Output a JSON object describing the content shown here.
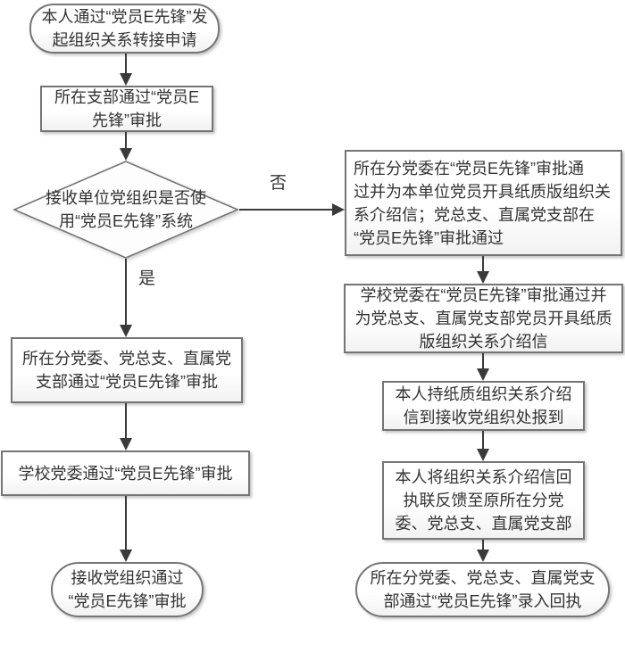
{
  "diagram": {
    "type": "flowchart",
    "colors": {
      "border": "#757575",
      "arrow": "#3a3a3a",
      "text": "#333333",
      "fill": "#ffffff"
    },
    "labels": {
      "yes": "是",
      "no": "否"
    },
    "nodes": {
      "start": {
        "shape": "stadium",
        "lines": [
          "本人通过“党员E先锋”发",
          "起组织关系转接申请"
        ]
      },
      "branch": {
        "shape": "rect",
        "lines": [
          "所在支部通过“党员E",
          "先锋”审批"
        ]
      },
      "decision": {
        "shape": "diamond",
        "lines": [
          "接收单位党组织是否使",
          "用“党员E先锋”系统"
        ]
      },
      "left1": {
        "shape": "rect",
        "lines": [
          "所在分党委、党总支、直属党",
          "支部通过“党员E先锋”审批"
        ]
      },
      "left2": {
        "shape": "rect",
        "lines": [
          "学校党委通过“党员E先锋”审批"
        ]
      },
      "left_end": {
        "shape": "stadium",
        "lines": [
          "接收党组织通过",
          "“党员E先锋”审批"
        ]
      },
      "right1": {
        "shape": "rect",
        "lines": [
          "所在分党委在“党员E先锋”审批通",
          "过并为本单位党员开具纸质版组织关",
          "系介绍信；党总支、直属党支部在",
          "“党员E先锋”审批通过"
        ]
      },
      "right2": {
        "shape": "rect",
        "lines": [
          "学校党委在“党员E先锋”审批通过并",
          "为党总支、直属党支部党员开具纸质",
          "版组织关系介绍信"
        ]
      },
      "right3": {
        "shape": "rect",
        "lines": [
          "本人持纸质组织关系介绍",
          "信到接收党组织处报到"
        ]
      },
      "right4": {
        "shape": "rect",
        "lines": [
          "本人将组织关系介绍信回",
          "执联反馈至原所在分党",
          "委、党总支、直属党支部"
        ]
      },
      "right_end": {
        "shape": "stadium",
        "lines": [
          "所在分党委、党总支、直属党支",
          "部通过“党员E先锋”录入回执"
        ]
      }
    }
  }
}
